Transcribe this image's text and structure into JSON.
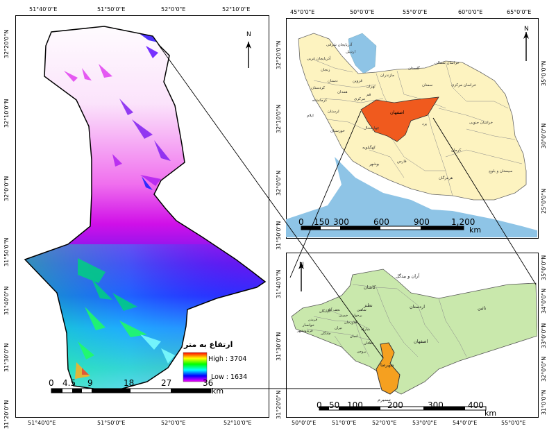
{
  "left_map": {
    "top_ticks": [
      "51°40'0\"E",
      "51°50'0\"E",
      "52°0'0\"E",
      "52°10'0\"E"
    ],
    "bottom_ticks": [
      "51°40'0\"E",
      "51°50'0\"E",
      "52°0'0\"E",
      "52°10'0\"E"
    ],
    "left_ticks": [
      "32°20'0\"N",
      "32°10'0\"N",
      "32°0'0\"N",
      "31°50'0\"N",
      "31°40'0\"N",
      "31°30'0\"N",
      "31°20'0\"N"
    ],
    "north_label": "N",
    "legend": {
      "title": "ارتفاع به متر",
      "high": "High : 3704",
      "low": "Low : 1634"
    },
    "scale": {
      "labels": [
        "0",
        "4.5",
        "9",
        "18",
        "27",
        "36"
      ],
      "unit": "km"
    }
  },
  "iran_map": {
    "top_ticks": [
      "45°0'0\"E",
      "50°0'0\"E",
      "55°0'0\"E",
      "60°0'0\"E",
      "65°0'0\"E"
    ],
    "left_ticks": [
      "32°20'0\"N",
      "32°10'0\"N",
      "32°0'0\"N",
      "31°50'0\"N"
    ],
    "right_ticks": [
      "35°0'0\"N",
      "30°0'0\"N",
      "25°0'0\"N"
    ],
    "north_label": "N",
    "provinces": [
      "آذربایجان شرقی",
      "آذربایجان غربی",
      "زنجان",
      "اردبیل",
      "مازندران",
      "گلستان",
      "خراسان شمالی",
      "سمنان",
      "خراسان مرکزی",
      "قزوین",
      "تهران",
      "قم",
      "مرکزی",
      "همدان",
      "کرمانشاه",
      "لرستان",
      "ایلام",
      "اصفهان",
      "یزد",
      "خوزستان",
      "چهارمحال",
      "کهگیلویه",
      "خراسان جنوبی",
      "کرمان",
      "فارس",
      "بوشهر",
      "هرمزگان",
      "سیستان و بلوچ",
      "کردستان",
      "دستان"
    ],
    "scale": {
      "labels": [
        "0",
        "150",
        "300",
        "600",
        "900",
        "1,200"
      ],
      "unit": "km"
    }
  },
  "isfahan_map": {
    "left_ticks": [
      "31°40'0\"N",
      "31°30'0\"N",
      "31°20'0\"N"
    ],
    "right_ticks": [
      "35°0'0\"N",
      "34°0'0\"N",
      "33°0'0\"N",
      "32°0'0\"N",
      "31°0'0\"N"
    ],
    "bottom_ticks": [
      "50°0'0\"E",
      "51°0'0\"E",
      "52°0'0\"E",
      "53°0'0\"E",
      "54°0'0\"E",
      "55°0'0\"E"
    ],
    "north_label": "N",
    "counties": [
      "آران و بیدگل",
      "کاشان",
      "نطنز",
      "اردستان",
      "نائین",
      "اصفهان",
      "سمیرم",
      "شهرضا",
      "نجف آباد",
      "خمینی",
      "فلاورجان",
      "مبارکه",
      "لنجان",
      "دهاقان",
      "فریدن",
      "فریدونشهر",
      "گلپایگان",
      "خوانسار",
      "چادگان",
      "برخوار",
      "شاهین",
      "تیران",
      "بروجن",
      "سمیرم"
    ],
    "scale": {
      "labels": [
        "0",
        "50",
        "100",
        "200",
        "300",
        "400"
      ],
      "unit": "km"
    }
  },
  "colors": {
    "iran_fill": "#fdf3c0",
    "isfahan_highlight": "#f05a1e",
    "water": "#8ec4e6",
    "isfahan_fill": "#c9e8ac",
    "study_area": "#f5a020",
    "dem_high": "#ffffff",
    "dem_low": "#ff00ff"
  }
}
